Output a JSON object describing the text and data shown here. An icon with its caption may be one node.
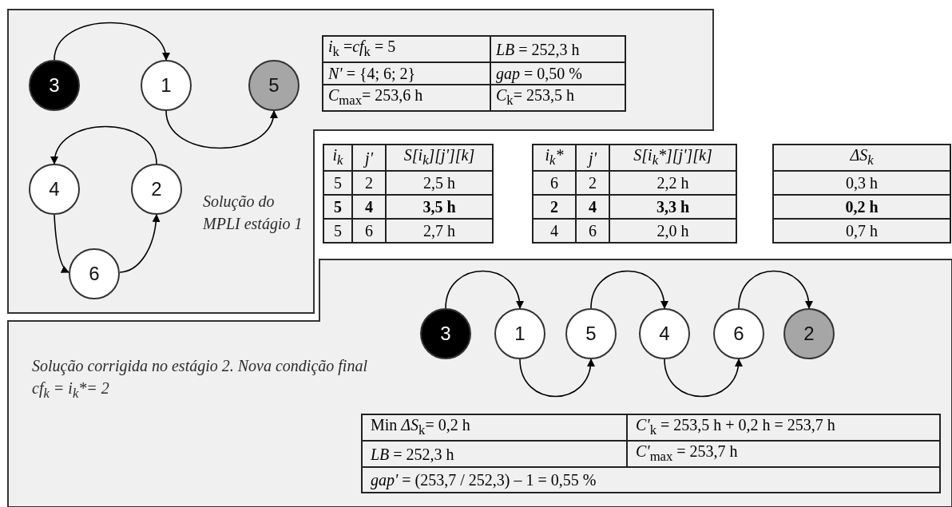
{
  "diagram": {
    "nodes": [
      {
        "text": [
          "3"
        ]
      },
      {
        "text": [
          "1"
        ]
      },
      {
        "text": [
          "5"
        ]
      },
      {
        "text": [
          "4"
        ]
      },
      {
        "text": [
          "2"
        ]
      },
      {
        "text": [
          "6"
        ]
      },
      {
        "text": [
          "3"
        ]
      },
      {
        "text": [
          "1"
        ]
      },
      {
        "text": [
          "5"
        ]
      },
      {
        "text": [
          "4"
        ]
      },
      {
        "text": [
          "6"
        ]
      },
      {
        "text": [
          "2"
        ]
      }
    ],
    "edges": [
      {
        "from": 0,
        "to": 1,
        "arrow": "to"
      },
      {
        "from": 1,
        "to": 2,
        "arrow": "to"
      },
      {
        "from": 4,
        "to": 3,
        "arrow": "to"
      },
      {
        "from": 3,
        "to": 5,
        "arrow": "to"
      },
      {
        "from": 5,
        "to": 4,
        "arrow": "to"
      },
      {
        "from": 6,
        "to": 7,
        "arrow": "to"
      },
      {
        "from": 7,
        "to": 8,
        "arrow": "to"
      },
      {
        "from": 8,
        "to": 9,
        "arrow": "to"
      },
      {
        "from": 9,
        "to": 10,
        "arrow": "to"
      },
      {
        "from": 10,
        "to": 11,
        "arrow": "to"
      }
    ],
    "labels": [
      "*i*$_{k}$ =*cf*$_{k}$ = 5",
      "*LB* = 252,3 h",
      "*N'* = {4; 6; 2}",
      "*gap* = 0,50 %",
      "*C*$_{max}$= 253,6 h",
      "*C*$_{k}$= 253,5 h",
      "i$_{k}$",
      "j'",
      "S[i$_{k}$][j'][k]",
      "5",
      "2",
      "2,5 h",
      "5",
      "4",
      "3,5 h",
      "5",
      "6",
      "2,7 h",
      "i$_{k}$*",
      "j'",
      "S[i$_{k}$*][j'][k]",
      "6",
      "2",
      "2,2 h",
      "2",
      "4",
      "3,3 h",
      "4",
      "6",
      "2,0 h",
      "ΔS$_{k}$",
      "0,3 h",
      "0,2 h",
      "0,7 h",
      "Solução do MPLI estágio 1",
      "Solução corrigida no estágio 2. Nova condição final cf$_{k}$ = i$_{k}$*= 2",
      "Min *ΔS*$_{k}$= 0,2 h",
      "*C'*$_{k}$ = 253,5 h + 0,2 h = 253,7 h",
      "*LB* = 252,3 h",
      "*C'*$_{max}$ = 253,7 h",
      "*gap'* = (253,7 / 252,3) – 1 =  0,55 %"
    ]
  }
}
